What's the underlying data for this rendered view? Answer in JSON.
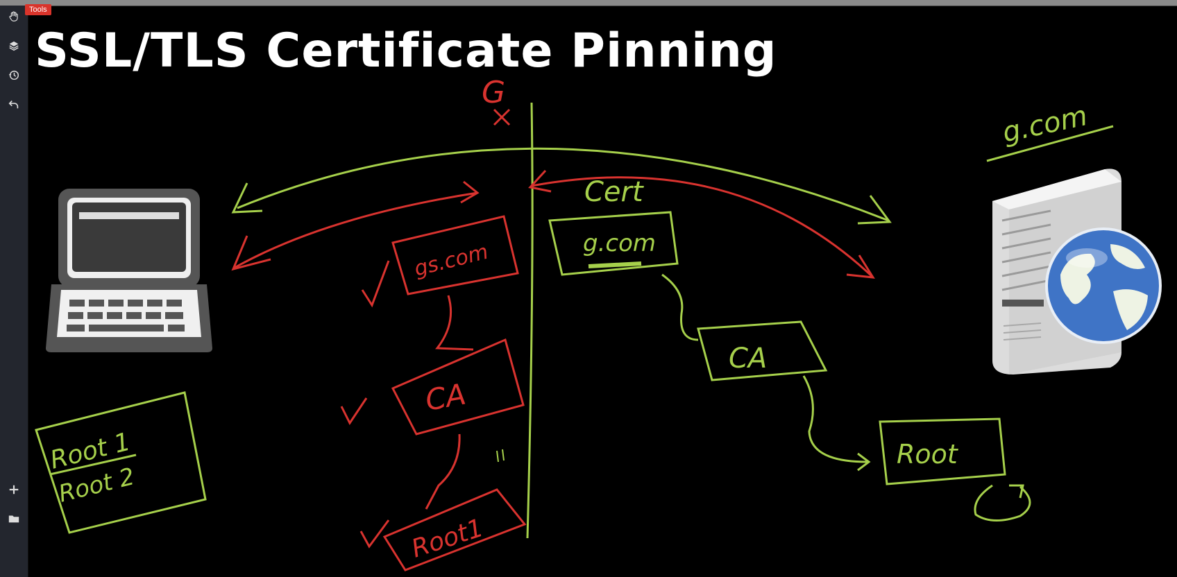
{
  "sidebar": {
    "tooltip": "Tools",
    "tools": [
      {
        "icon": "hand-icon"
      },
      {
        "icon": "layers-icon"
      },
      {
        "icon": "history-icon"
      },
      {
        "icon": "undo-icon"
      },
      {
        "icon": "add-icon"
      },
      {
        "icon": "folder-icon"
      }
    ]
  },
  "slide": {
    "title": "SSL/TLS Certificate Pinning"
  },
  "labels": {
    "server_domain": "g.com",
    "cert_label": "Cert",
    "cert_domain": "g.com",
    "ca_right": "CA",
    "root_right": "Root",
    "fake_domain": "gs.com",
    "ca_left": "CA",
    "root_left": "Root1",
    "trust_root1": "Root 1",
    "trust_root2": "Root 2",
    "interceptor": "G"
  },
  "colors": {
    "green": "#a6d04b",
    "red": "#d9332f",
    "white": "#ffffff",
    "background": "#000000",
    "sidebar": "#23262e"
  }
}
